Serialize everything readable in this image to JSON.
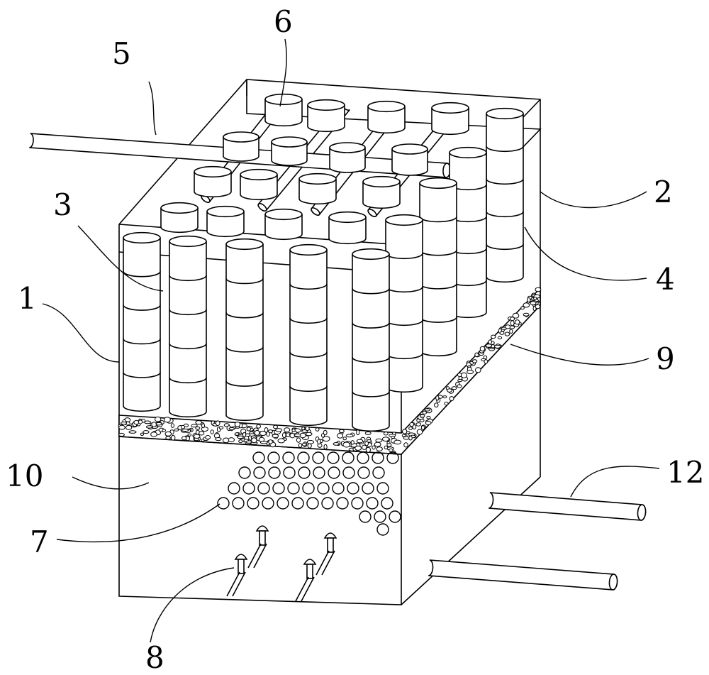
{
  "diagram": {
    "labels": {
      "l1": "1",
      "l2": "2",
      "l3": "3",
      "l4": "4",
      "l5": "5",
      "l6": "6",
      "l7": "7",
      "l8": "8",
      "l9": "9",
      "l10": "10",
      "l12": "12"
    },
    "line_color": "#000000",
    "background_color": "#ffffff"
  }
}
